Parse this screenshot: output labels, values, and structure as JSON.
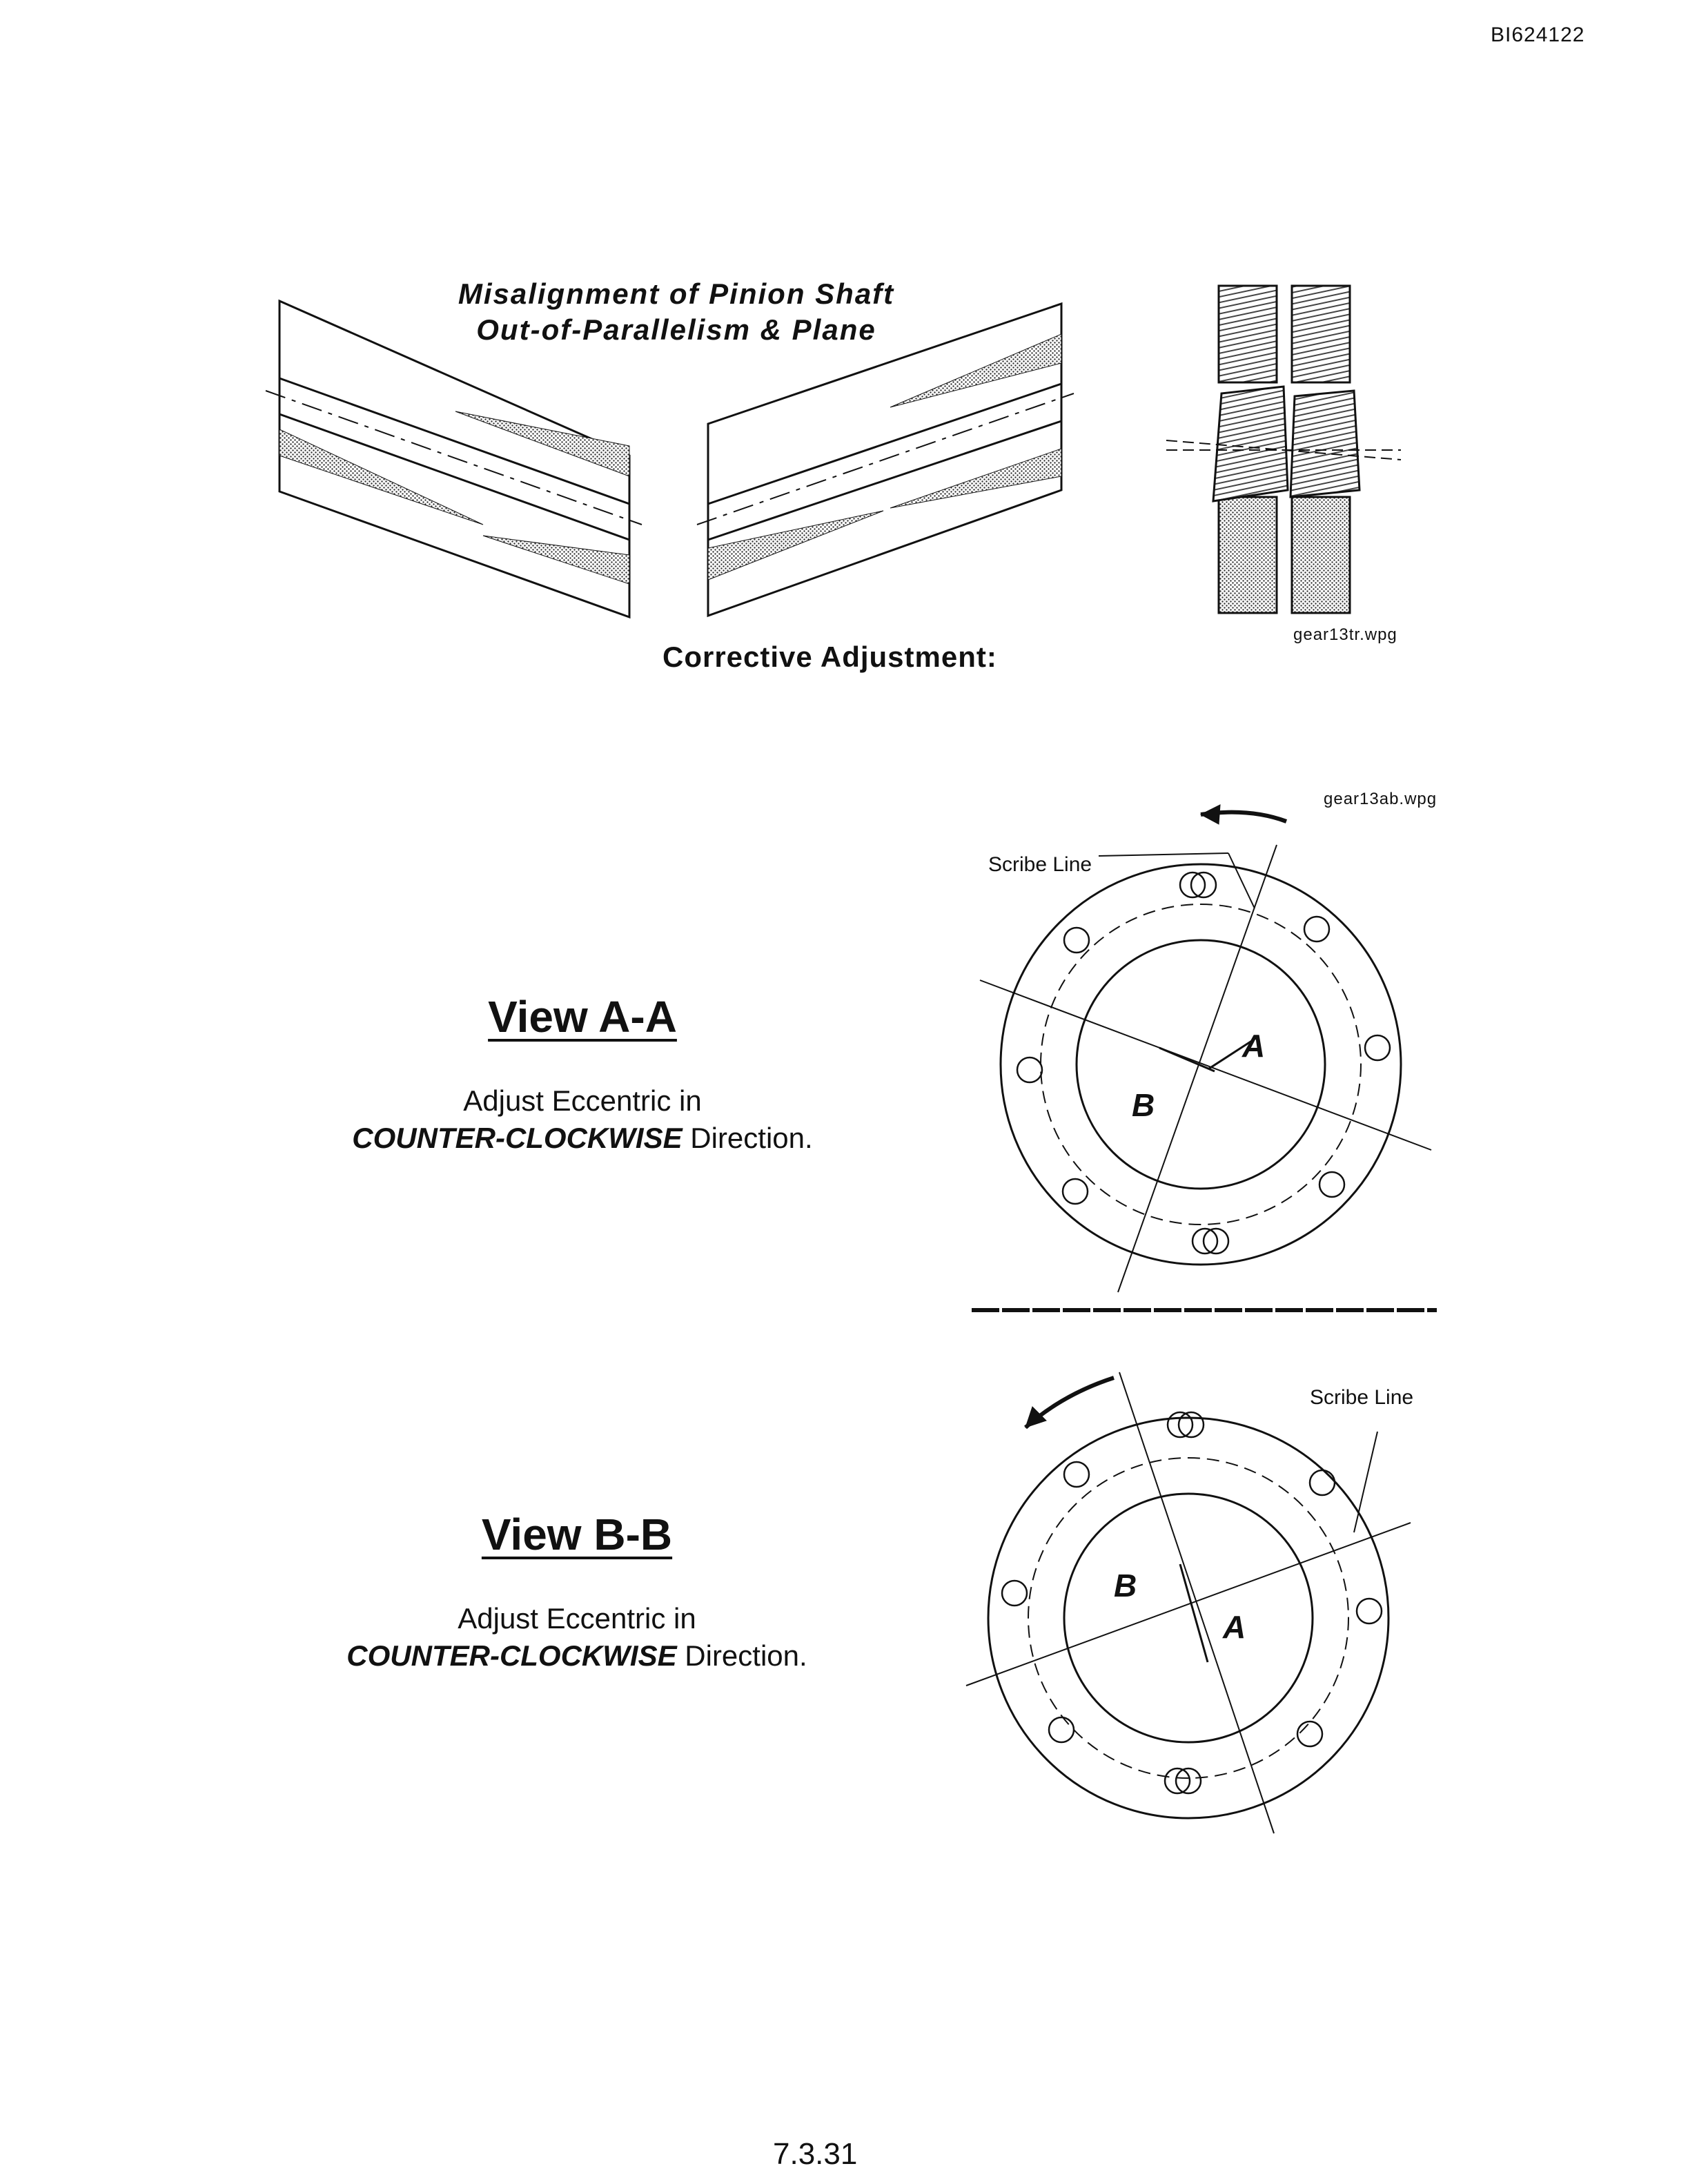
{
  "header": {
    "document_id": "BI624122"
  },
  "figure_top": {
    "title_line1": "Misalignment of Pinion Shaft",
    "title_line2": "Out-of-Parallelism & Plane",
    "file_label": "gear13tr.wpg",
    "caption": "Corrective Adjustment:"
  },
  "view_a": {
    "title": "View A-A",
    "instruction_line1": "Adjust Eccentric in",
    "instruction_direction": "COUNTER-CLOCKWISE",
    "instruction_suffix": "Direction.",
    "file_label": "gear13ab.wpg",
    "scribe_label": "Scribe Line",
    "point_a": "A",
    "point_b": "B"
  },
  "view_b": {
    "title": "View B-B",
    "instruction_line1": "Adjust Eccentric in",
    "instruction_direction": "COUNTER-CLOCKWISE",
    "instruction_suffix": "Direction.",
    "scribe_label": "Scribe Line",
    "point_a": "A",
    "point_b": "B"
  },
  "footer": {
    "page_number": "7.3.31"
  }
}
